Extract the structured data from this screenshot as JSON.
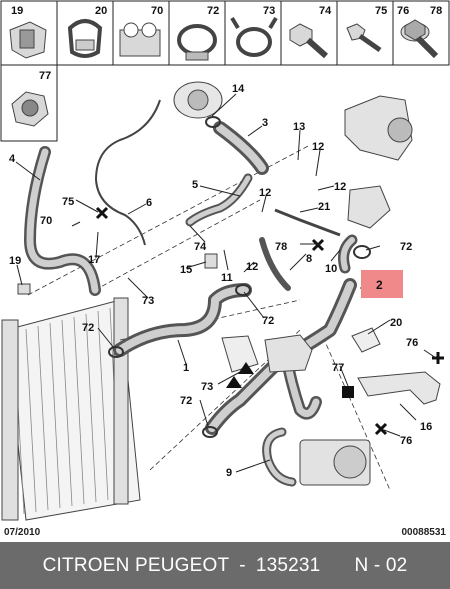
{
  "parts_bar": [
    {
      "number": "19",
      "icon": "hose-clip-icon"
    },
    {
      "number": "20",
      "icon": "pipe-clamp-icon"
    },
    {
      "number": "70",
      "icon": "double-clip-icon"
    },
    {
      "number": "72",
      "icon": "band-clamp-icon"
    },
    {
      "number": "73",
      "icon": "spring-clamp-icon"
    },
    {
      "number": "74",
      "icon": "bolt-icon"
    },
    {
      "number": "75",
      "icon": "screw-icon"
    },
    {
      "number": "76",
      "icon": "flange-bolt-icon"
    },
    {
      "number": "78",
      "icon": "flange-bolt-icon"
    },
    {
      "number": "77",
      "icon": "nut-icon"
    }
  ],
  "callouts": {
    "c1": "1",
    "c2": "2",
    "c3": "3",
    "c4": "4",
    "c5": "5",
    "c6": "6",
    "c8": "8",
    "c9": "9",
    "c10": "10",
    "c11": "11",
    "c12a": "12",
    "c12b": "12",
    "c12c": "12",
    "c12d": "12",
    "c13": "13",
    "c14": "14",
    "c15": "15",
    "c16": "16",
    "c17": "17",
    "c19": "19",
    "c20": "20",
    "c21": "21",
    "c70": "70",
    "c72a": "72",
    "c72b": "72",
    "c72c": "72",
    "c72d": "72",
    "c73a": "73",
    "c73b": "73",
    "c74": "74",
    "c75": "75",
    "c76a": "76",
    "c76b": "76",
    "c77": "77",
    "c78": "78"
  },
  "highlight": {
    "number": "2",
    "color": "#f08a8a"
  },
  "colors": {
    "footer_bg": "#6b6b6b",
    "footer_text": "#ffffff"
  },
  "footer": {
    "date": "07/2010",
    "code": "00088531",
    "brand": "CITROEN PEUGEOT",
    "separator": "-",
    "part_number": "135231",
    "page": "N - 02"
  }
}
